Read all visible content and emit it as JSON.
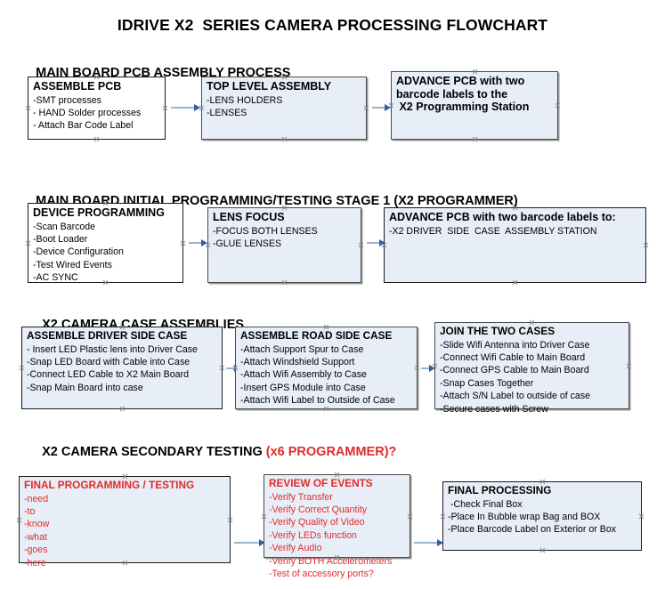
{
  "title": "IDRIVE X2  SERIES CAMERA PROCESSING FLOWCHART",
  "colors": {
    "accent_red": "#e02b2b",
    "node_fill": "#e8eef8",
    "node_border": "#4a4a4a",
    "arrow_line": "#9bb4cd",
    "arrow_head": "#2f5fa8",
    "text": "#000000"
  },
  "sections": [
    {
      "id": "main-board-pcb-assembly",
      "heading": "MAIN BOARD PCB ASSEMBLY PROCESS",
      "heading_accent": "",
      "nodes": [
        {
          "id": "assemble-pcb",
          "title": "ASSEMBLE PCB",
          "items": [
            "-SMT processes",
            "- HAND Solder processes",
            "- Attach Bar Code Label"
          ]
        },
        {
          "id": "top-level-assembly",
          "title": "TOP LEVEL ASSEMBLY",
          "items": [
            "-LENS HOLDERS",
            "-LENSES"
          ]
        },
        {
          "id": "advance-pcb-to-programming-station",
          "title": "ADVANCE PCB with two\nbarcode labels to the\n X2 Programming Station",
          "items": []
        }
      ]
    },
    {
      "id": "main-board-initial-programming",
      "heading": "MAIN BOARD INITIAL PROGRAMMING/TESTING STAGE 1 (X2 PROGRAMMER)",
      "heading_accent": "",
      "nodes": [
        {
          "id": "device-programming",
          "title": "DEVICE PROGRAMMING",
          "items": [
            "-Scan Barcode",
            "-Boot Loader",
            "-Device Configuration",
            "-Test Wired Events",
            "-AC SYNC"
          ]
        },
        {
          "id": "lens-focus",
          "title": "LENS FOCUS",
          "items": [
            "-FOCUS BOTH LENSES",
            "-GLUE LENSES"
          ]
        },
        {
          "id": "advance-pcb-to-driver-side-case",
          "title": "ADVANCE PCB with two barcode labels to:",
          "items": [
            "-X2 DRIVER  SIDE  CASE  ASSEMBLY STATION"
          ]
        }
      ]
    },
    {
      "id": "x2-camera-case-assemblies",
      "heading": "X2 CAMERA CASE ASSEMBLIES",
      "heading_accent": "",
      "nodes": [
        {
          "id": "assemble-driver-side-case",
          "title": "ASSEMBLE DRIVER SIDE CASE",
          "items": [
            "- Insert LED Plastic lens into Driver Case",
            "-Snap LED Board with Cable into Case",
            "-Connect LED Cable to X2 Main Board",
            "-Snap Main Board into case"
          ]
        },
        {
          "id": "assemble-road-side-case",
          "title": "ASSEMBLE ROAD SIDE CASE",
          "items": [
            "-Attach Support Spur to Case",
            "-Attach Windshield Support",
            "-Attach Wifi Assembly to Case",
            "-Insert GPS Module into Case",
            "-Attach Wifi Label to Outside of Case"
          ]
        },
        {
          "id": "join-the-two-cases",
          "title": "JOIN THE TWO CASES",
          "items": [
            "-Slide Wifi Antenna into Driver Case",
            "-Connect Wifi Cable to Main Board",
            "-Connect GPS Cable to Main Board",
            "-Snap Cases Together",
            "-Attach S/N Label to outside of case",
            "-Secure cases with Screw"
          ]
        }
      ]
    },
    {
      "id": "x2-camera-secondary-testing",
      "heading": "X2 CAMERA SECONDARY TESTING ",
      "heading_accent": "(x6 PROGRAMMER)?",
      "nodes": [
        {
          "id": "final-programming-testing",
          "title": "FINAL PROGRAMMING / TESTING",
          "items": [
            "-need",
            "-to",
            "-know",
            "-what",
            "-goes",
            "-here"
          ]
        },
        {
          "id": "review-of-events",
          "title": "REVIEW OF EVENTS",
          "items": [
            "-Verify Transfer",
            "-Verify Correct Quantity",
            "-Verify Quality of Video",
            "-Verify LEDs function",
            "-Verify Audio",
            "-Verify BOTH Accelerometers",
            "-Test of accessory ports?"
          ]
        },
        {
          "id": "final-processing",
          "title": "FINAL PROCESSING",
          "items": [
            " -Check Final Box",
            "-Place In Bubble wrap Bag and BOX",
            "-Place Barcode Label on Exterior or Box"
          ]
        }
      ]
    }
  ]
}
